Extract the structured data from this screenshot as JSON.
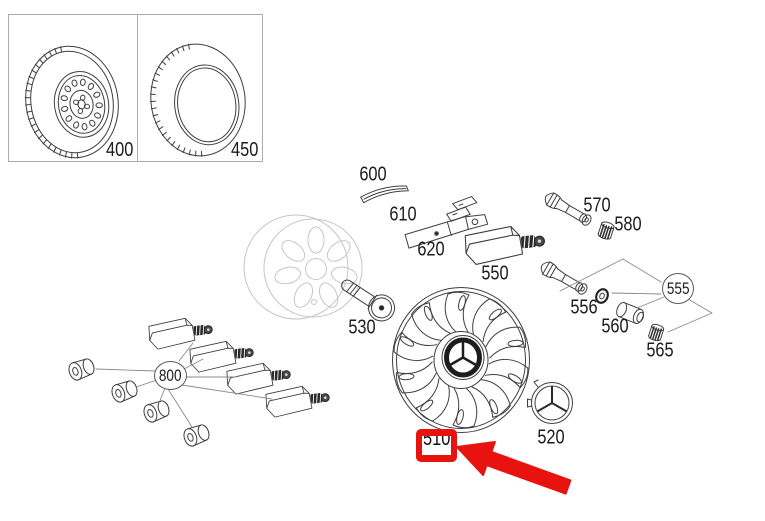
{
  "colors": {
    "highlight_red": "#e8120f",
    "diagram_line": "#3f3f3f",
    "faint_line": "#c6c6c6",
    "label_text": "#1c1c1c",
    "frame_border": "#ababab"
  },
  "parts": {
    "p400": "400",
    "p450": "450",
    "p520": "520",
    "p530": "530",
    "p550": "550",
    "p555": "555",
    "p556": "556",
    "p560": "560",
    "p565": "565",
    "p570": "570",
    "p580": "580",
    "p600": "600",
    "p610": "610",
    "p620": "620",
    "p800": "800"
  },
  "highlight": {
    "part": "510"
  }
}
